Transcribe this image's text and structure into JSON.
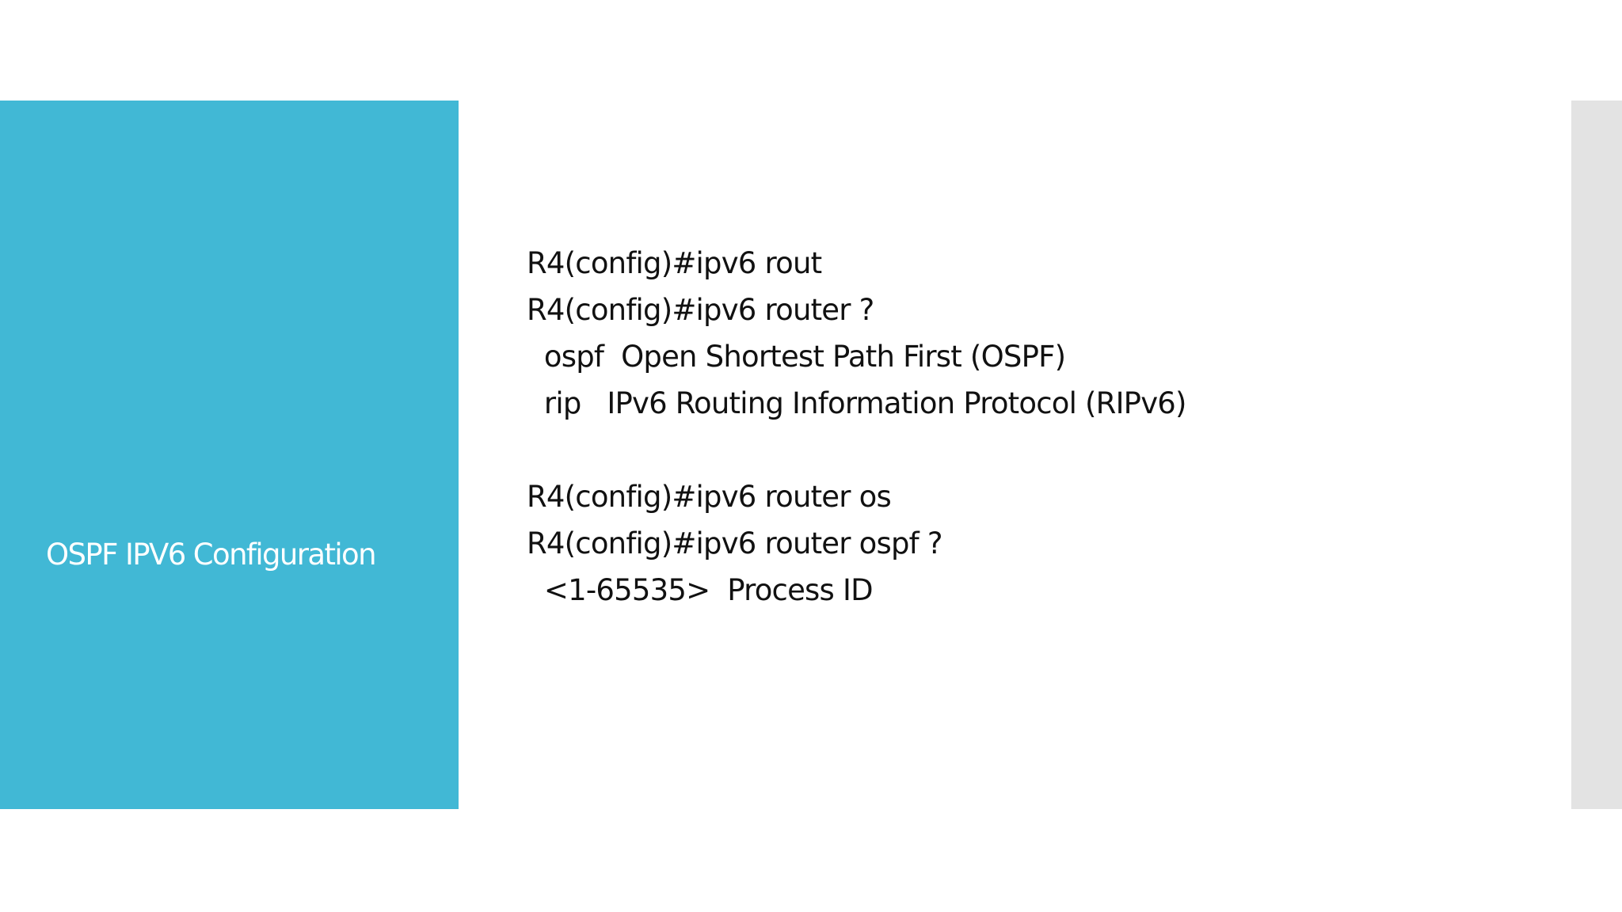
{
  "slide": {
    "title": "OSPF IPV6 Configuration",
    "lines": [
      "R4(config)#ipv6 rout",
      "R4(config)#ipv6 router ?",
      "  ospf  Open Shortest Path First (OSPF)",
      "  rip   IPv6 Routing Information Protocol (RIPv6)",
      "",
      "R4(config)#ipv6 router os",
      "R4(config)#ipv6 router ospf ?",
      "  <1-65535>  Process ID"
    ]
  },
  "colors": {
    "title_panel": "#41b8d5",
    "title_text": "#ffffff",
    "body_text": "#111111",
    "right_strip": "#e3e3e3",
    "background": "#ffffff"
  }
}
